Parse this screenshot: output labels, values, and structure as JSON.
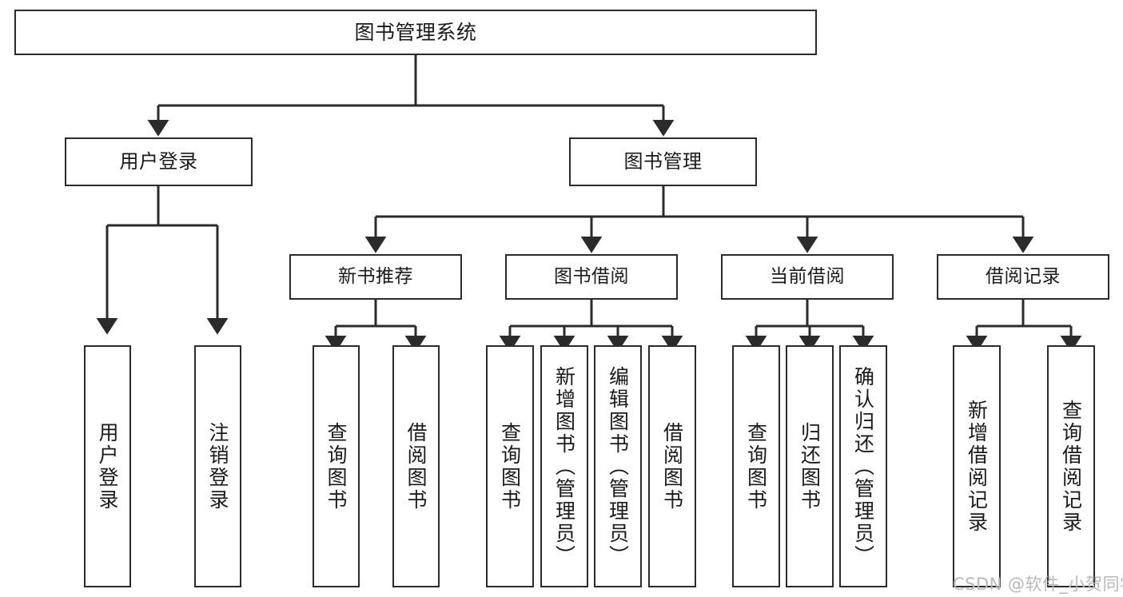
{
  "diagram": {
    "type": "tree",
    "title_node": {
      "id": "root",
      "label": "图书管理系统"
    },
    "level2": [
      {
        "id": "user-login",
        "label": "用户登录"
      },
      {
        "id": "book-management",
        "label": "图书管理"
      }
    ],
    "level3": [
      {
        "id": "new-book-recommend",
        "label": "新书推荐",
        "parent": "book-management"
      },
      {
        "id": "book-borrow",
        "label": "图书借阅",
        "parent": "book-management"
      },
      {
        "id": "current-borrow",
        "label": "当前借阅",
        "parent": "book-management"
      },
      {
        "id": "borrow-record",
        "label": "借阅记录",
        "parent": "book-management"
      }
    ],
    "leaves": [
      {
        "id": "leaf-user-login",
        "label": "用户登录",
        "parent": "user-login"
      },
      {
        "id": "leaf-logout-login",
        "label": "注销登录",
        "parent": "user-login"
      },
      {
        "id": "leaf-query-book-1",
        "label": "查询图书",
        "parent": "new-book-recommend"
      },
      {
        "id": "leaf-borrow-book-1",
        "label": "借阅图书",
        "parent": "new-book-recommend"
      },
      {
        "id": "leaf-query-book-2",
        "label": "查询图书",
        "parent": "book-borrow"
      },
      {
        "id": "leaf-add-book-admin",
        "label": "新增图书（管理员）",
        "parent": "book-borrow"
      },
      {
        "id": "leaf-edit-book-admin",
        "label": "编辑图书（管理员）",
        "parent": "book-borrow"
      },
      {
        "id": "leaf-borrow-book-2",
        "label": "借阅图书",
        "parent": "book-borrow"
      },
      {
        "id": "leaf-query-book-3",
        "label": "查询图书",
        "parent": "current-borrow"
      },
      {
        "id": "leaf-return-book",
        "label": "归还图书",
        "parent": "current-borrow"
      },
      {
        "id": "leaf-confirm-return-admin",
        "label": "确认归还（管理员）",
        "parent": "current-borrow"
      },
      {
        "id": "leaf-add-borrow-record",
        "label": "新增借阅记录",
        "parent": "borrow-record"
      },
      {
        "id": "leaf-query-borrow-record",
        "label": "查询借阅记录",
        "parent": "borrow-record"
      }
    ]
  },
  "watermark": {
    "text": "CSDN @软件_小贺同学"
  },
  "colors": {
    "border": "#2b2b2b",
    "background": "#ffffff",
    "text": "#1a1a1a",
    "watermark": "#b9b9b9"
  }
}
